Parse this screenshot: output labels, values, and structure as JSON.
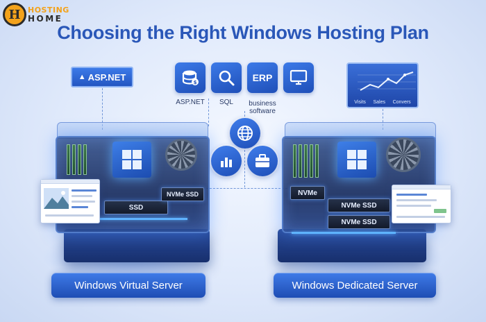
{
  "brand": {
    "seal_letter": "H",
    "line1": "HOSTING",
    "line2": "HOME",
    "primary_color": "#2a57b8",
    "accent_color": "#f3a21b"
  },
  "title": "Choosing the Right Windows Hosting Plan",
  "aspnet_badge": "ASP.NET",
  "top_icons": [
    {
      "icon": "database-icon",
      "label": "ASP.NET"
    },
    {
      "icon": "search-icon",
      "label": "SQL"
    },
    {
      "icon": "erp-icon",
      "text": "ERP",
      "label": "business software"
    },
    {
      "icon": "monitor-icon",
      "label": ""
    }
  ],
  "analytics": {
    "labels": [
      "Visits",
      "Sales",
      "Convers"
    ]
  },
  "center_icons": [
    "globe-icon",
    "bar-chart-icon",
    "briefcase-icon"
  ],
  "servers": [
    {
      "name": "Windows Virtual Server",
      "drives": [
        "SSD",
        "NVMe SSD"
      ]
    },
    {
      "name": "Windows Dedicated Server",
      "drives": [
        "NVMe",
        "NVMe SSD",
        "NVMe SSD"
      ]
    }
  ]
}
